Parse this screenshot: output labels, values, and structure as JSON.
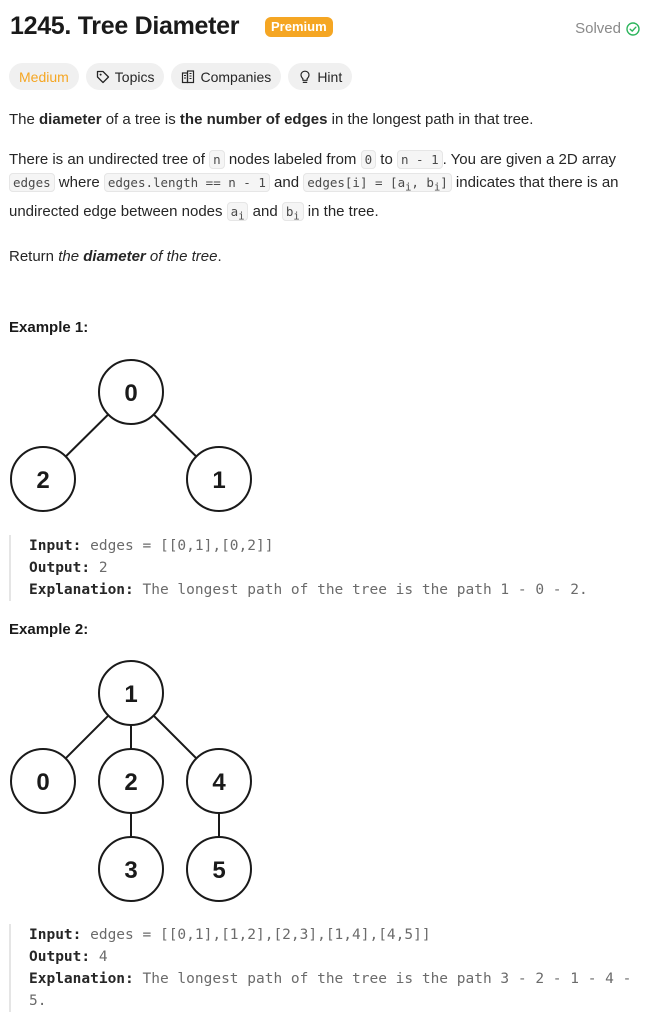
{
  "problem": {
    "title": "1245. Tree Diameter",
    "premium_badge": "Premium",
    "status": "Solved"
  },
  "tags": {
    "difficulty": "Medium",
    "topics": "Topics",
    "companies": "Companies",
    "hint": "Hint"
  },
  "colors": {
    "difficulty_medium": "#f5a623",
    "premium": "#f5a623",
    "solved_check": "#2db55d"
  },
  "description": {
    "p1": {
      "t1": "The ",
      "b1": "diameter",
      "t2": " of a tree is ",
      "b2": "the number of edges",
      "t3": " in the longest path in that tree."
    },
    "p2": {
      "t1": "There is an undirected tree of ",
      "c1": "n",
      "t2": " nodes labeled from ",
      "c2": "0",
      "t3": " to ",
      "c3": "n - 1",
      "t4": ". You are given a 2D array ",
      "c4": "edges",
      "t5": " where ",
      "c5": "edges.length == n - 1",
      "t6": " and ",
      "c6a": "edges[i] = [a",
      "c6s1": "i",
      "c6b": ", b",
      "c6s2": "i",
      "c6c": "]",
      "t7": " indicates that there is an undirected edge between nodes ",
      "c7a": "a",
      "c7s": "i",
      "t8": " and ",
      "c8a": "b",
      "c8s": "i",
      "t9": " in the tree."
    },
    "p3": {
      "t1": "Return ",
      "i1": "the ",
      "ib": "diameter",
      "i2": " of the tree",
      "t2": "."
    }
  },
  "examples": [
    {
      "title": "Example 1:",
      "nodes": [
        "0",
        "2",
        "1"
      ],
      "input_label": "Input:",
      "input": " edges = [[0,1],[0,2]]",
      "output_label": "Output:",
      "output": " 2",
      "explanation_label": "Explanation:",
      "explanation": " The longest path of the tree is the path 1 - 0 - 2."
    },
    {
      "title": "Example 2:",
      "nodes": [
        "1",
        "0",
        "2",
        "4",
        "3",
        "5"
      ],
      "input_label": "Input:",
      "input": " edges = [[0,1],[1,2],[2,3],[1,4],[4,5]]",
      "output_label": "Output:",
      "output": " 4",
      "explanation_label": "Explanation:",
      "explanation": " The longest path of the tree is the path 3 - 2 - 1 - 4 - 5."
    }
  ]
}
